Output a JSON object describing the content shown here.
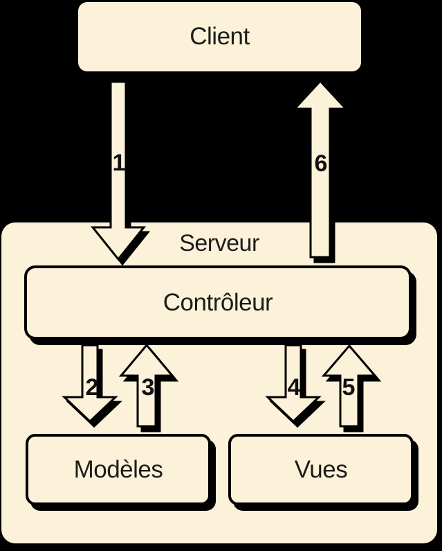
{
  "diagram": {
    "background_color": "#000000",
    "box_fill_color": "#FCF2D9",
    "border_color": "#000000",
    "text_color": "#1C1C1C",
    "nodes": {
      "client": {
        "label": "Client"
      },
      "serveur": {
        "label": "Serveur"
      },
      "controleur": {
        "label": "Contrôleur"
      },
      "modeles": {
        "label": "Modèles"
      },
      "vues": {
        "label": "Vues"
      }
    },
    "arrows": [
      {
        "label": "1",
        "direction": "down",
        "from": "Client",
        "to": "Contrôleur"
      },
      {
        "label": "2",
        "direction": "down",
        "from": "Contrôleur",
        "to": "Modèles"
      },
      {
        "label": "3",
        "direction": "up",
        "from": "Modèles",
        "to": "Contrôleur"
      },
      {
        "label": "4",
        "direction": "down",
        "from": "Contrôleur",
        "to": "Vues"
      },
      {
        "label": "5",
        "direction": "up",
        "from": "Vues",
        "to": "Contrôleur"
      },
      {
        "label": "6",
        "direction": "up",
        "from": "Contrôleur",
        "to": "Client"
      }
    ]
  }
}
